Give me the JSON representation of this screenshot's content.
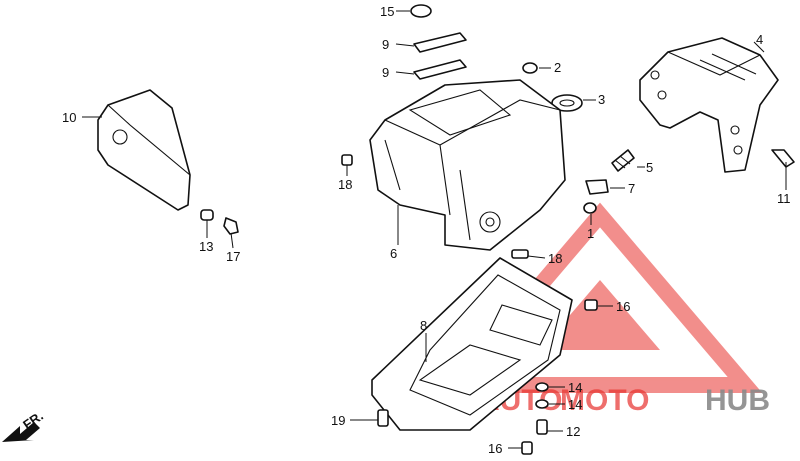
{
  "callouts": {
    "c1": "1",
    "c2": "2",
    "c3": "3",
    "c4": "4",
    "c5": "5",
    "c6": "6",
    "c7": "7",
    "c8": "8",
    "c9a": "9",
    "c9b": "9",
    "c10": "10",
    "c11": "11",
    "c12": "12",
    "c13": "13",
    "c14a": "14",
    "c14b": "14",
    "c15": "15",
    "c16a": "16",
    "c16b": "16",
    "c17": "17",
    "c18a": "18",
    "c18b": "18",
    "c19": "19"
  },
  "front_marker": "FR.",
  "watermark": {
    "part1": "AUTO",
    "part2": "MOTO",
    "part3": "HUB",
    "color_accent": "#e8322e",
    "color_gray": "#8a8a8a"
  }
}
